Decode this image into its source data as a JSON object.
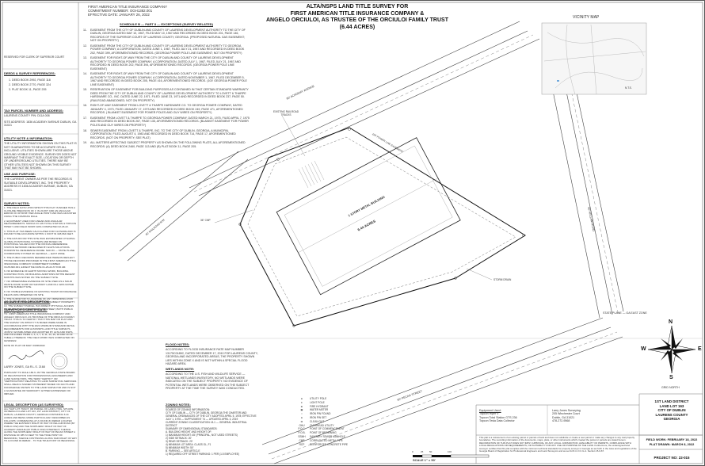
{
  "header": {
    "company": "FIRST AMERICAN TITLE INSURANCE COMPANY",
    "commitment": "COMMITMENT NUMBER: OGH1382.001",
    "effective": "EFFECTIVE DATE: JANUARY 26, 2022",
    "title1": "ALTA/NSPS LAND TITLE SURVEY FOR",
    "title2": "FIRST AMERICAN TITLE INSURANCE COMPANY &",
    "title3": "ANGELO ORCIULOI, AS TRUSTEE OF THE ORCIULOI FAMILY TRUST",
    "title4": "(6.44 ACRES)"
  },
  "schedule": {
    "heading": "SCHEDULE B — PART II — EXCEPTIONS (SURVEY RELATED)",
    "items": [
      {
        "no": "11.",
        "text": "EASEMENT FROM THE CITY OF DUBLIN AND COUNTY OF LAURENS DEVELOPMENT AUTHORITY TO THE CITY OF DUBLIN, GEORGIA DATED MAY 10, 1967, FILED MAY 10, 1967 AND RECORDED IN DEED BOOK 201, PAGE 146, RECORDS OF THE SUPERIOR COURT OF LAURENS COUNTY, GEORGIA. (PROPOSED NATURAL GAS EASEMENT; NOT ON PROPERTY)"
      },
      {
        "no": "12.",
        "text": "EASEMENT FROM THE CITY OF DUBLIN AND COUNTY OF LAURENS DEVELOPMENT AUTHORITY TO GEORGIA POWER COMPANY, A CORPORATION, DATED JUNE 1, 1967, FILED JULY 21, 1967 AND RECORDED IN DEED BOOK 202, PAGE 399, AFOREMENTIONED RECORDS. (GEORGIA POWER POLE LINE EASEMENT; NOT ON PROPERTY)"
      },
      {
        "no": "13.",
        "text": "EASEMENT FOR RIGHT-OF-WAY FROM THE CITY OF DUBLIN AND COUNTY OF LAURENS DEVELOPMENT AUTHORITY TO GEORGIA POWER COMPANY, A CORPORATION, DATED JULY 1, 1967, FILED JULY 21, 1967 AND RECORDED IN DEED BOOK 202, PAGE 394, AFOREMENTIONED RECORDS. (GEORGIA POWER POLE LINE EASEMENT)"
      },
      {
        "no": "14.",
        "text": "EASEMENT FOR RIGHT-OF-WAY FROM THE CITY OF DUBLIN AND COUNTY OF LAURENS DEVELOPMENT AUTHORITY TO GEORGIA POWER COMPANY, A CORPORATION, DATED NOVEMBER 1, 1967, FILED DECEMBER 5, 1967 AND RECORDED IN DEED BOOK 205, PAGE 416, AFOREMENTIONED RECORDS. (100' GEORGIA POWER POLE LINE EASEMENT)"
      },
      {
        "no": "15.",
        "text": "RESERVATION OF EASEMENT FOR BUILDING PURPOSES AS CONTAINED IN THAT CERTAIN STANDARD WARRANTY DEED FROM THE CITY OF DUBLIN AND COUNTY OF LAURENS DEVELOPMENT AUTHORITY TO LOVETT & THARPE HARDWARE CO., INC. DATED JUNE 22, 1971, FILED JUNE 23, 1971 AND RECORDED IN DEED BOOK 237, PAGE 50. (RAILROAD ABANDONED; NOT ON PROPERTY)"
      },
      {
        "no": "16.",
        "text": "RIGHT-OF-WAY EASEMENT FROM LOVETT & THARPE HARDWARE CO. TO GEORGIA POWER COMPANY, DATED JANUARY 4, 1973, FILED JANUARY 17, 1973 AND RECORDED IN DEED BOOK 249, PAGE 471, AFOREMENTIONED RECORDS. ( BLANKET EASEMENT FOR POWER POLES AND GUY WIRES ON PROPERTY)"
      },
      {
        "no": "17.",
        "text": "EASEMENT FROM LOVETT & THARPE TO GEORGIA POWER COMPANY, DATED MARCH 21, 1975, FILED APRIL 7, 1975 AND RECORDED IN DEED BOOK 267, PAGE 135, AFOREMENTIONED RECORDS. (BLANKET EASEMENT FOR POWER POLES AND GUY WIRES ON PROPERTY)"
      },
      {
        "no": "18.",
        "text": "SEWER EASEMENT FROM LOVETT & THARPE, INC. TO THE CITY OF DUBLIN, GEORGIA, A MUNICIPAL CORPORATION, FILED AUGUST 4, 1983 AND RECORDED IN DEED BOOK 714, PAGE 17, AFOREMENTIONED RECORDS. (NOT ON PROPERTY; SEE PLAT)"
      },
      {
        "no": "19.",
        "text": "ALL MATTERS AFFECTING SUBJECT PROPERTY AS SHOWN ON THE FOLLOWING PLATS, ALL AFOREMENTIONED RECORDS: (A) DEED BOOK 2460, PAGE 113 AND (B) PLAT BOOK 11, PAGE 205."
      }
    ]
  },
  "left": {
    "reserved": "RESERVED FOR CLERK OF SUPERIOR COURT",
    "deeds_head": "DEEDS & SURVEY REFERENCES:",
    "deeds": [
      "1.  DEED BOOK 2992, PAGE 118",
      "2.  DEED BOOK 2770, PAGE 324",
      "3.  PLAT BOOK 11, PAGE 205"
    ],
    "tax_head": "TAX PARCEL NUMBER AND ADDRESS:",
    "tax1": "LAURENS COUNTY PIN: D11A 008",
    "tax2": "SITE ADDRESS: 1836 ACADEMY AVENUE DUBLIN, GA 31021",
    "utility_head": "UTILITY NOTE & INFORMATION:",
    "utility": "THE UTILITY INFORMATION SHOWN ON THIS PLAT IS NOT GUARANTEED TO BE ACCURATE OR ALL INCLUSIVE. UTILITIES SHOWN ARE THOSE ABOVE GROUND VISIBLE EVIDENCE. SURVEYOR DOES NOT WARRANT THE EXACT SIZE, LOCATION OR DEPTH OF UNDERGROUND UTILITIES. THERE MAY BE OTHER UTILITIES NOT SHOWN ON THIS SURVEY THAT MAY NOT BE SHOWN.",
    "use_head": "USE AND PURPOSE:",
    "use": "THE CURRENT OWNER AS PER THE RECORDS IS SUITABLE DEVELOPMENT, INC. THE PROPERTY ADDRESS IS 1836 ACADEMY AVENUE, DUBLIN, GA 31021.",
    "notes_head": "SURVEY NOTES:",
    "notes": [
      "1.  THE FIELD DATA UPON WHICH THIS PLAT IS BASED HAS A CLOSURE PRECISION OF 1' IN 20,397' AND AN ANGULAR ERROR OF 00°00'06\" PER ANGLE POINT AND WAS ADJUSTED USING THE COMPASS RULE.",
      "2.  EQUIPMENT USED FOR LINEAR AND ANGULAR MEASUREMENTS: SOKKIA FX 105 TOTAL STATION & TOPCON HIPER V AND FIELD WORK WAS COMPLETED 02-18-22.",
      "3.  THIS PLAT HAS BEEN CALCULATED FOR CLOSURE AND IS FOUND TO BE ACCURATE WITHIN 1 FOOT IN 328,964 FEET.",
      "4.  THE DATUM FOR THIS SITE WAS ESTABLISHED UTILIZING GLOBAL POSITIONING SYSTEMS AND BASED ON POSITIONAL VALUES FOR THE OFFICIAL REFERENCE STATION NETWORK DEVELOPED BY EGPS SOLUTIONS. HORIZONTAL REFERENCE FRAME: NAD 83 — STATE PLANE COORDINATE SYSTEM OF GEORGIA — EAST ZONE.",
      "5.  THE PUBLIC RECORDS REFERENCED HEREON REFLECT THOSE RECORDS PROVIDED IN THE FIRST AMERICAN TITLE INSURANCE COMPANY COMMITMENT NUMBER OGH1382.001, EFFECTIVE DATE 01-26-22 AT 8:00 AM.",
      "6.  NO EVIDENCE OF EARTH MOVING WORK, BUILDING CONSTRUCTION, OR BUILDING ADDITIONS WITHIN RECENT MONTHS WAS NOTED ON THE SUBJECT SITE.",
      "7.  NO OBSERVABLE EVIDENCE OF SITE USED AS A SOLID WASTE DUMP, SUMP OR SANITARY LAND FILL WAS NOTED ON THE SUBJECT SITE.",
      "8.  NO VISIBLE EVIDENCE OF EXISTING TRASH OR DRAINAGE FIELDS WAS OBSERVED ON SITE.",
      "9.  THE SURVEYOR IS UNAWARE OF ANY IMPENDING ROW CHANGES IN CONNECTION WITH THE SUBJECT PROPERTY.",
      "10. THE SUBJECT PARCEL HAS DIRECT PHYSICAL ACCESS TO ACADEMY AVENUE AND PECAN STREET, BOTH PUBLIC RIGHT OF WAYS."
    ],
    "as_surveyed_head": "AS SURVEYED DESCRIPTION:",
    "cert_head": "SURVEYOR'S CERTIFICATE:",
    "cert": "TO: FIRST AMERICAN TITLE INSURANCE COMPANY AND ANGELO ORCIULOI, AS TRUSTEE OF THE ORCIULOI FAMILY TRUST. THIS IS TO CERTIFY THAT THIS MAP OR PLAT AND THE SURVEY ON WHICH IT IS BASED WERE MADE IN ACCORDANCE WITH THE 2021 MINIMUM STANDARD DETAIL REQUIREMENTS FOR ALTA/NSPS LAND TITLE SURVEYS, JOINTLY ESTABLISHED AND ADOPTED BY ALTA AND NSPS, AND INCLUDES ITEMS 2, 3, 4, 7, 8, 11, 13, 16, 18 AND 19 OF TABLE A THEREOF. THE FIELD WORK WAS COMPLETED ON 02/18/2022.",
    "cert_date": "DATE OF PLAT OR MAP: 03/08/2022",
    "surveyor_name": "LARRY JONES, GA R.L.S. 2168",
    "pursuant": "PURSUANT TO RULE 180-6-.09 THE GEORGIA STATE BOARD OF REGISTRATION FOR PROFESSIONAL ENGINEERS AND LAND SURVEYORS, THE TERM \"CERTIFY\" OR \"CERTIFICATION\" RELATING TO LAND SURVEYING SERVICES SHALL MEAN A SIGNED STATEMENT BASED ON FACTS AND KNOWLEDGE KNOWN TO THE LAND SURVEYOR AND IS NOT A GUARANTEE OR WARRANTY, EITHER EXPRESSED OR IMPLIED.",
    "legal_head": "LEGAL DESCRIPTION (AS SURVEYED):",
    "legal": "ALL THAT LOT, TRACT, OR PARCEL OF LAND LYING, SITUATE OR BEING IN LAND LOT 163, 1ST LAND DISTRICT, CITY OF DUBLIN, LAURENS COUNTY, GEORGIA CONTAINING 6.44 ACRES AND BEING MORE PARTICULARLY DESCRIBED AS FOLLOWS: COMMENCING AT A FOUND #4 REBAR LOCATED WHERE THE EASTERLY RIGHT OF WAY OF KELLAM ROAD (60' PUBLIC R/W) AND THE NORTHERLY RIGHT OF WAY OF ACADEMY AVENUE (60' PUBLIC R/W) INTERSECT; THENCE ALONG THE NORTHERLY RIGHT OF WAY OF PECAN STREET A DISTANCE OF 385.72 FEET TO THE TRUE POINT OF BEGINNING; THENCE CONTINUING ALONG SAID RIGHT OF WAY TO A FOUND #4 REBAR... TO THE TRUE POINT OF BEGINNING."
  },
  "plan": {
    "road_top": "60' ACADEMY AVENUE",
    "road_bottom": "60' PECAN STREET",
    "road_right": "60' KELLAM ROAD",
    "road_left": "60' RAILROAD R/W",
    "easement_top": "100' POWER LINE EASEMENT",
    "building": "1 STORY METAL BUILDING",
    "area": "6.44 ACRES",
    "callout": "EXISTING RAILROAD TRACKS",
    "pipe": "36\" CMP",
    "storm": "STORM DRAIN"
  },
  "vicinity": {
    "title": "VICINITY MAP",
    "label": "N.T.S."
  },
  "compass": {
    "n": "N",
    "s": "S",
    "e": "E",
    "w": "W",
    "plane": "STATE PLANE — GA EAST ZONE",
    "grid": "GRID NORTH"
  },
  "flood": {
    "head": "FLOOD NOTES:",
    "text": "ACCORDING TO FLOOD INSURANCE RATE MAP NUMBER 13175C0185C, DATED DECEMBER 17, 2010 FOR LAURENS COUNTY, GEORGIA AND INCORPORATED AREAS, THE PROPERTY SHOWN LIES WITHIN ZONE X AND IS NOT WITHIN A SPECIAL FLOOD HAZARD AREA."
  },
  "wetlands": {
    "head": "WETLANDS NOTE:",
    "text": "ACCORDING TO THE U.S. FISH AND WILDLIFE SERVICE — NATIONAL WETLANDS INVENTORY, NO WETLANDS WERE INDICATED ON THE SUBJECT PROPERTY. NO EVIDENCE OF POTENTIAL WETLANDS WERE OBSERVED ON THE SUBJECT PROPERTY AT THE TIME THE SURVEY WAS CONDUCTED."
  },
  "zoning": {
    "head": "ZONING NOTES:",
    "lines": [
      "SOURCE OF ZONING INFORMATION:",
      "CITY OF DUBLIN — CITY OF DUBLIN, GEORGIA THE CHARTER AND GENERAL ORDINANCES OF THE CITY ADOPTED APRIL 5, 1978; EFFECTIVE JULY 1, 1978 — SUPPLEMENT 74 — UPDATED APRIL 3, 2019",
      "CURRENT ZONING CLASSIFICATION: M-1 — GENERAL INDUSTRIAL DISTRICT",
      "SUMMARY OF DIMENSIONAL STANDARDS:",
      "A.  BUILDING HEIGHT AND HEIGHT OF:",
      "1)  MAXIMUM HEIGHT: 45' (PRINCIPAL, NOT USED STREETS)",
      "2)  SIDE SETBACK: 20'",
      "3)  REAR SETBACK: 20'",
      "4)  MINIMUM LOT AREA: CLASS OL, F1",
      "5)  MINIMUM WIDTH: 50'",
      "B.  PARKING — SEE ARTICLE",
      "1)  REQUIRED OFF STREET PARKING: 1 PER (1.5 EMPLOYEE)"
    ]
  },
  "legend": {
    "items": [
      {
        "sym": "●",
        "label": "UTILITY POLE"
      },
      {
        "sym": "✶",
        "label": "LIGHT POLE"
      },
      {
        "sym": "⊕",
        "label": "FIRE HYDRANT"
      },
      {
        "sym": "▣",
        "label": "WATER METER"
      },
      {
        "sym": "○",
        "label": "IRON PIN FOUND"
      },
      {
        "sym": "●",
        "label": "IRON PIN SET"
      },
      {
        "sym": "⊠",
        "label": "CLEAN OUT"
      },
      {
        "sym": "OHU",
        "label": "OVERHEAD UTILITY"
      },
      {
        "sym": "P.O.C.",
        "label": "POINT OF COMMENCEMENT"
      },
      {
        "sym": "P.O.B.",
        "label": "POINT OF BEGINNING"
      },
      {
        "sym": "SSMH",
        "label": "SANITARY SEWER MANHOLE"
      },
      {
        "sym": "CMP",
        "label": "CORRUGATED METAL PIPE"
      },
      {
        "sym": "RCP",
        "label": "REINFORCED CONCRETE PIPE"
      }
    ]
  },
  "equipment": {
    "head": "Equipment Used:",
    "lines": [
      "Topcon Hiper V",
      "Topcon Total Station GTS 236",
      "Topcon Tesla Data Collector"
    ]
  },
  "firm": {
    "name": "Larry Jones Surveying",
    "addr": "205 Winchester Court",
    "city": "Dublin, GA 31021",
    "phone": "478-272-9568"
  },
  "disclaimer": "This plat is a retracement of an existing parcel or parcels of land and does not subdivide or create a new parcel or make any changes to any real property boundaries. The recording information of the documents, maps, plats, or other instruments which created the parcel or parcels are stated hereon. RECORDATION OF THIS PLAT DOES NOT IMPLY APPROVAL OF ANY LOCAL JURISDICTION, AVAILABILITY OF PERMITS, COMPLIANCE WITH LOCAL REGULATIONS OR REQUIREMENTS, OR SUITABILITY FOR ANY USE OR PURPOSE OF THE LAND. Furthermore, the undersigned land surveyor certifies that this plat complies with the minimum technical standards for property surveys in Georgia as set forth in the rules and regulations of the Georgia Board of Registration for Professional Engineers and Land Surveyors and as set forth in O.C.G.A. Section 15-6-67.",
  "scale": {
    "text": "SCALE 1\" = 50'",
    "ticks": [
      "0",
      "25",
      "50",
      "100"
    ]
  },
  "titleblock": {
    "district": "1ST LAND DISTRICT",
    "landlot": "LAND LOT 163",
    "city": "CITY OF DUBLIN",
    "county": "LAURENS COUNTY",
    "state": "GEORGIA",
    "field": "FIELD WORK: FEBRUARY 18, 2022",
    "drawn": "PLAT DRAWN: MARCH 8, 2022",
    "project": "PROJECT NO: 22-015"
  }
}
